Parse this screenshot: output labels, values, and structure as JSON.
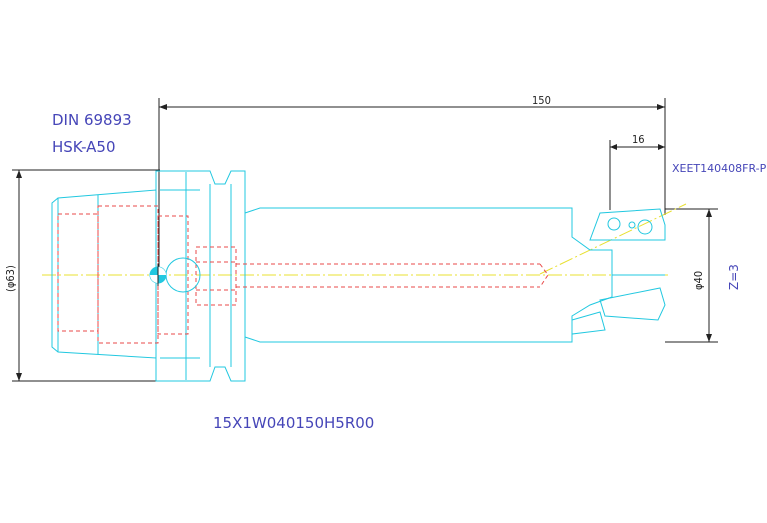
{
  "standard": {
    "line1": "DIN 69893",
    "line2": "HSK-A50"
  },
  "part_number": "15X1W040150H5R00",
  "insert_code": "XEET140408FR-P",
  "dimensions": {
    "overall_length": "150",
    "head_length": "16",
    "flange_diameter": "(φ63)",
    "cutting_diameter": "φ40",
    "teeth": "Z=3"
  },
  "colors": {
    "label": "#4646b8",
    "outline": "#22c8e0",
    "hidden": "#e84848",
    "centerline": "#e8e030",
    "dimension": "#222222"
  }
}
